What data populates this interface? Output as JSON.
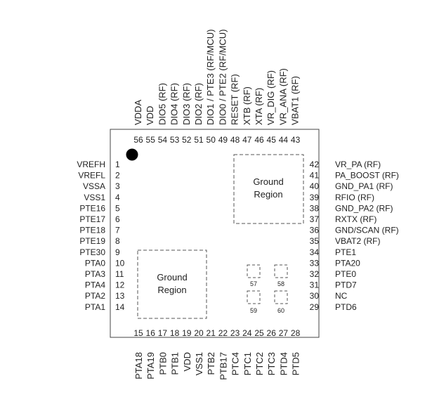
{
  "top_pins": [
    {
      "num": "56",
      "name": "VDDA"
    },
    {
      "num": "55",
      "name": "VDD"
    },
    {
      "num": "54",
      "name": "DIO5 (RF)"
    },
    {
      "num": "53",
      "name": "DIO4 (RF)"
    },
    {
      "num": "52",
      "name": "DIO3 (RF)"
    },
    {
      "num": "51",
      "name": "DIO2 (RF)"
    },
    {
      "num": "50",
      "name": "DIO1 / PTE3 (RF/MCU)"
    },
    {
      "num": "49",
      "name": "DIO0 / PTE2 (RF/MCU)"
    },
    {
      "num": "48",
      "name": "RESET (RF)"
    },
    {
      "num": "47",
      "name": "XTB (RF)"
    },
    {
      "num": "46",
      "name": "XTA (RF)"
    },
    {
      "num": "45",
      "name": "VR_DIG (RF)"
    },
    {
      "num": "44",
      "name": "VR_ANA (RF)"
    },
    {
      "num": "43",
      "name": "VBAT1 (RF)"
    }
  ],
  "left_pins": [
    {
      "num": "1",
      "name": "VREFH"
    },
    {
      "num": "2",
      "name": "VREFL"
    },
    {
      "num": "3",
      "name": "VSSA"
    },
    {
      "num": "4",
      "name": "VSS1"
    },
    {
      "num": "5",
      "name": "PTE16"
    },
    {
      "num": "6",
      "name": "PTE17"
    },
    {
      "num": "7",
      "name": "PTE18"
    },
    {
      "num": "8",
      "name": "PTE19"
    },
    {
      "num": "9",
      "name": "PTE30"
    },
    {
      "num": "10",
      "name": "PTA0"
    },
    {
      "num": "11",
      "name": "PTA3"
    },
    {
      "num": "12",
      "name": "PTA4"
    },
    {
      "num": "13",
      "name": "PTA2"
    },
    {
      "num": "14",
      "name": "PTA1"
    }
  ],
  "right_pins": [
    {
      "num": "42",
      "name": "VR_PA (RF)"
    },
    {
      "num": "41",
      "name": "PA_BOOST (RF)"
    },
    {
      "num": "40",
      "name": "GND_PA1 (RF)"
    },
    {
      "num": "39",
      "name": "RFIO (RF)"
    },
    {
      "num": "38",
      "name": "GND_PA2 (RF)"
    },
    {
      "num": "37",
      "name": "RXTX (RF)"
    },
    {
      "num": "36",
      "name": "GND/SCAN (RF)"
    },
    {
      "num": "35",
      "name": "VBAT2 (RF)"
    },
    {
      "num": "34",
      "name": "PTE1"
    },
    {
      "num": "33",
      "name": "PTA20"
    },
    {
      "num": "32",
      "name": "PTE0"
    },
    {
      "num": "31",
      "name": "PTD7"
    },
    {
      "num": "30",
      "name": "NC"
    },
    {
      "num": "29",
      "name": "PTD6"
    }
  ],
  "bottom_pins": [
    {
      "num": "15",
      "name": "PTA18"
    },
    {
      "num": "16",
      "name": "PTA19"
    },
    {
      "num": "17",
      "name": "PTB0"
    },
    {
      "num": "18",
      "name": "PTB1"
    },
    {
      "num": "19",
      "name": "VDD"
    },
    {
      "num": "20",
      "name": "VSS1"
    },
    {
      "num": "21",
      "name": "PTB2"
    },
    {
      "num": "22",
      "name": "PTB17"
    },
    {
      "num": "23",
      "name": "PTC4"
    },
    {
      "num": "24",
      "name": "PTC1"
    },
    {
      "num": "25",
      "name": "PTC2"
    },
    {
      "num": "26",
      "name": "PTC3"
    },
    {
      "num": "27",
      "name": "PTD4"
    },
    {
      "num": "28",
      "name": "PTD5"
    }
  ],
  "ground_region_label": [
    "Ground",
    "Region"
  ],
  "small_pads": [
    "57",
    "58",
    "59",
    "60"
  ]
}
